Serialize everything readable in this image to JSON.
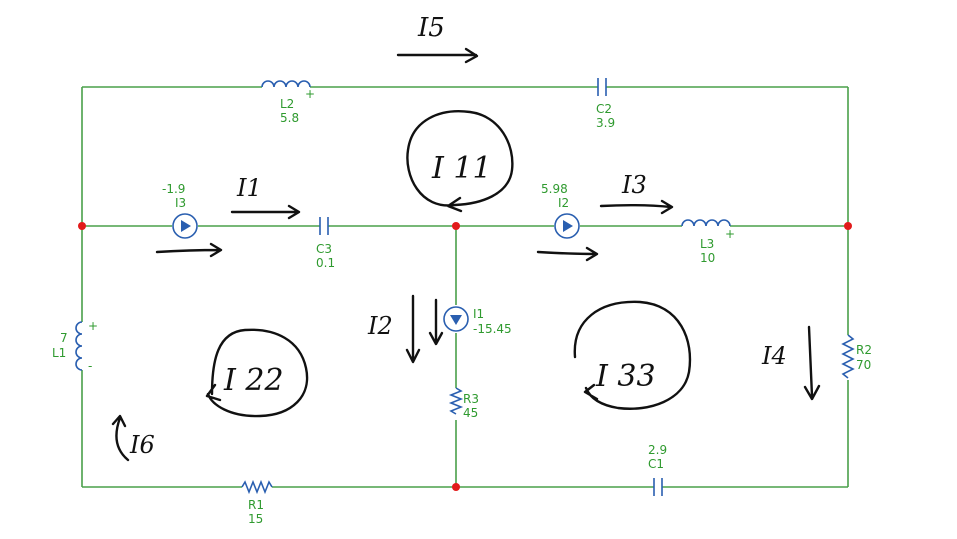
{
  "components": {
    "L2": {
      "name": "L2",
      "value": "5.8",
      "plus": "+"
    },
    "C2": {
      "name": "C2",
      "value": "3.9"
    },
    "I3": {
      "name": "I3",
      "value": "-1.9"
    },
    "C3": {
      "name": "C3",
      "value": "0.1"
    },
    "I2": {
      "name": "I2",
      "value": "5.98"
    },
    "L3": {
      "name": "L3",
      "value": "10",
      "plus": "+"
    },
    "I1": {
      "name": "I1",
      "value": "-15.45"
    },
    "L1": {
      "name": "L1",
      "value": "7",
      "plus": "+",
      "minus": "-"
    },
    "R3": {
      "name": "R3",
      "value": "45"
    },
    "R2": {
      "name": "R2",
      "value": "70"
    },
    "R1": {
      "name": "R1",
      "value": "15"
    },
    "C1": {
      "name": "C1",
      "value": "2.9"
    }
  },
  "annotations": {
    "I5": "I5",
    "I1": "I1",
    "I3": "I3",
    "I2": "I2",
    "I4": "I4",
    "I6": "I6",
    "I11": "I 11",
    "I22": "I 22",
    "I33": "I 33"
  },
  "colors": {
    "wire": "#4aa04a",
    "component": "#2a5fb0",
    "label": "#2f9a2f",
    "node": "#e21b1b",
    "handwriting": "#111111"
  }
}
